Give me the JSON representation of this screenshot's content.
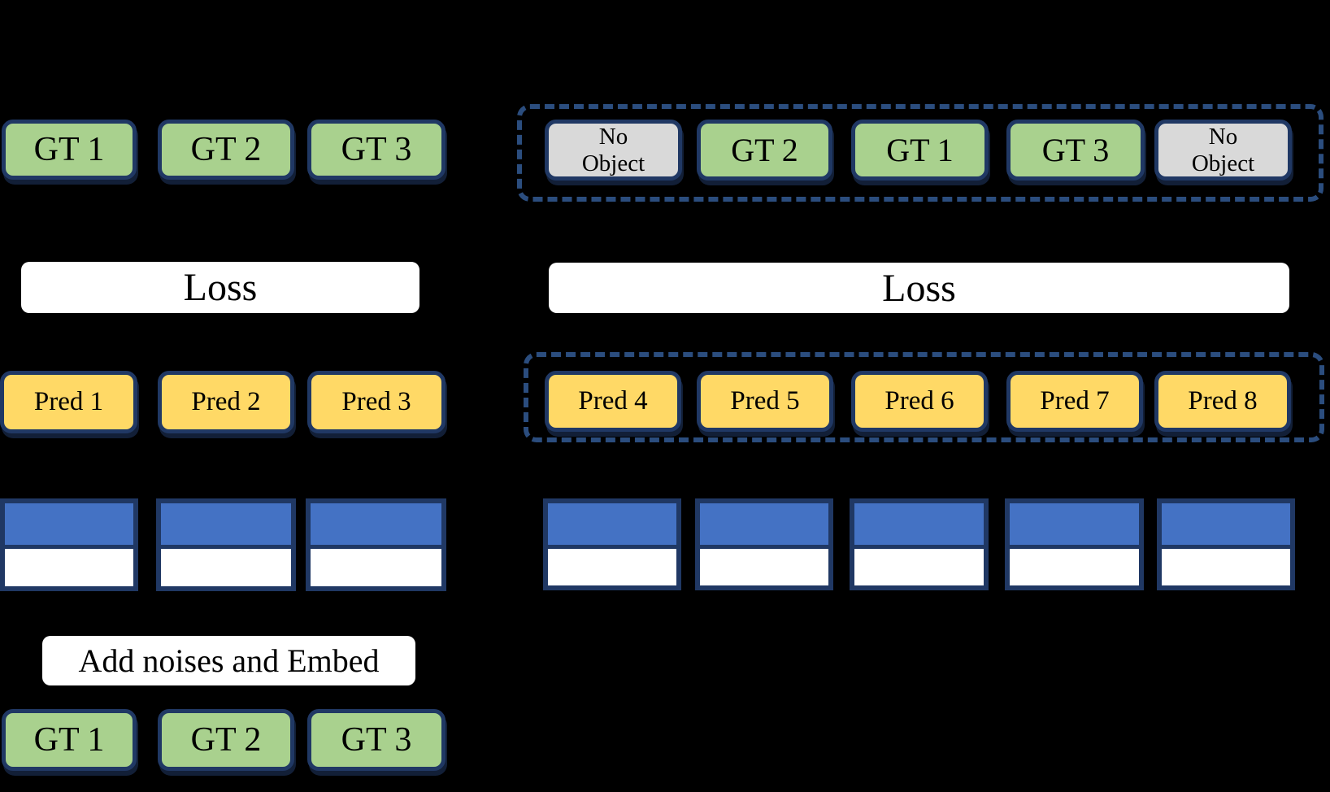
{
  "colors": {
    "background": "#000000",
    "gt_fill": "#a9d18e",
    "pred_fill": "#ffd966",
    "no_object_fill": "#d9d9d9",
    "query_top_fill": "#4472c4",
    "box_border": "#203864",
    "dashed_border": "#2b4d7e",
    "bar_fill": "#ffffff",
    "text": "#000000"
  },
  "left": {
    "gt_boxes": [
      "GT 1",
      "GT 2",
      "GT 3"
    ],
    "loss": "Loss",
    "pred_boxes": [
      "Pred 1",
      "Pred 2",
      "Pred 3"
    ],
    "query_count": 3,
    "noise_embed": "Add noises and Embed",
    "input_gt_boxes": [
      "GT 1",
      "GT 2",
      "GT 3"
    ]
  },
  "right": {
    "assigned_boxes": [
      {
        "label": "No Object",
        "type": "no-object"
      },
      {
        "label": "GT 2",
        "type": "gt"
      },
      {
        "label": "GT 1",
        "type": "gt"
      },
      {
        "label": "GT 3",
        "type": "gt"
      },
      {
        "label": "No Object",
        "type": "no-object"
      }
    ],
    "loss": "Loss",
    "pred_boxes": [
      "Pred 4",
      "Pred 5",
      "Pred 6",
      "Pred 7",
      "Pred 8"
    ],
    "query_count": 5
  }
}
